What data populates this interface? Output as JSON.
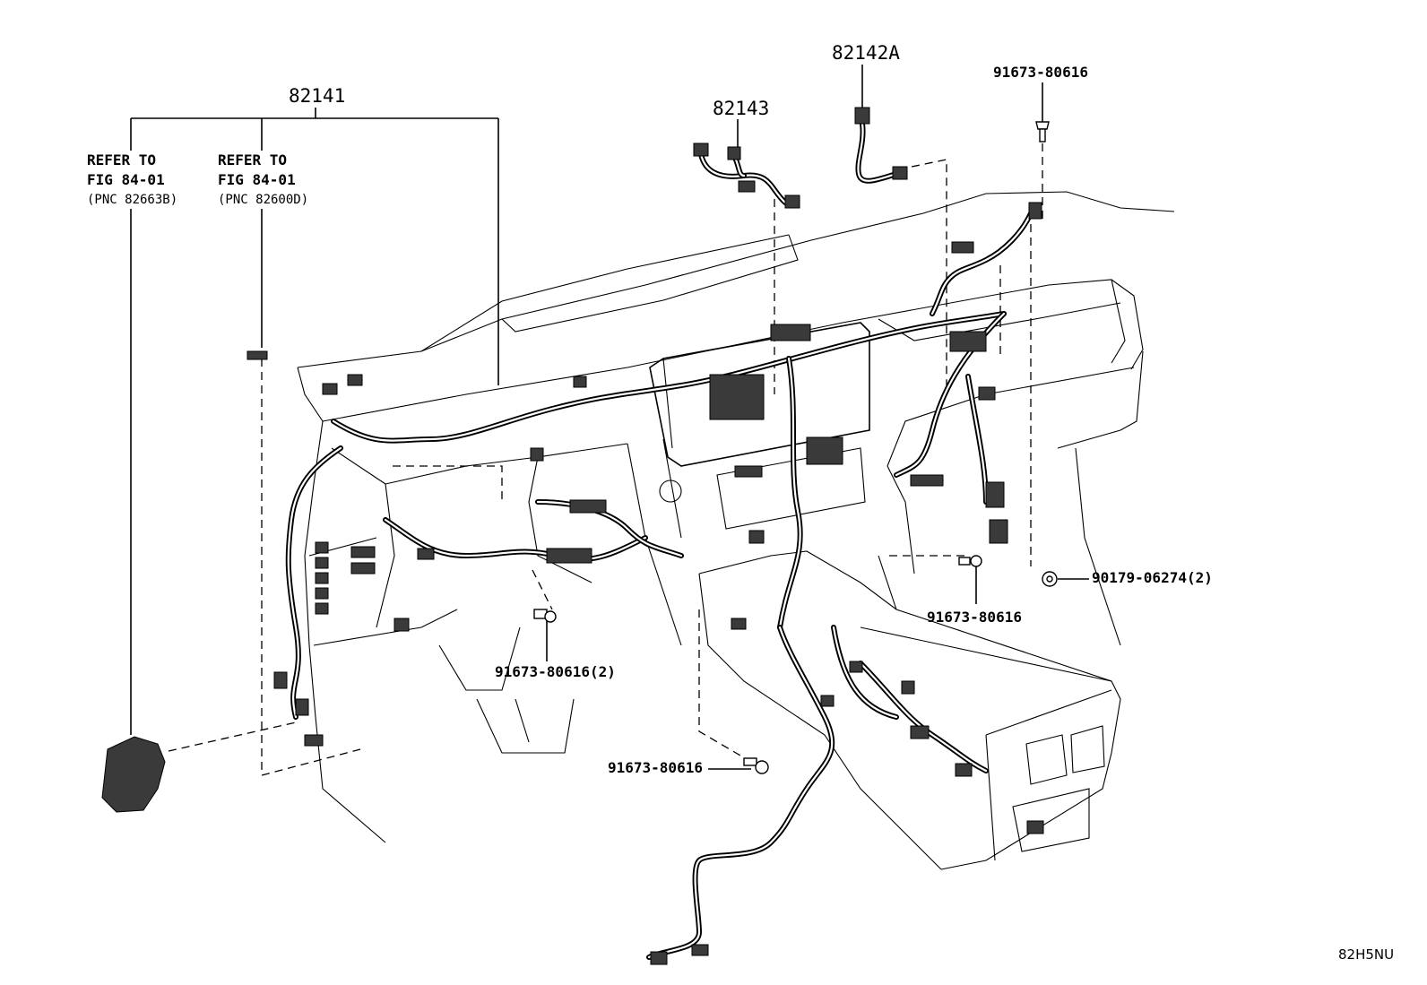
{
  "parts": {
    "harness_main": "82141",
    "harness_82143": "82143",
    "harness_82142a": "82142A",
    "bolt_top": "91673-80616",
    "bolt_right": "91673-80616",
    "bolt_center": "91673-80616(2)",
    "bolt_bottom": "91673-80616",
    "clip_right": "90179-06274(2)"
  },
  "refs": {
    "left": {
      "line1": "REFER TO",
      "line2": "FIG 84-01",
      "line3": "(PNC 82663B)"
    },
    "right": {
      "line1": "REFER TO",
      "line2": "FIG 84-01",
      "line3": "(PNC 82600D)"
    }
  },
  "figure_code": "82H5NU"
}
